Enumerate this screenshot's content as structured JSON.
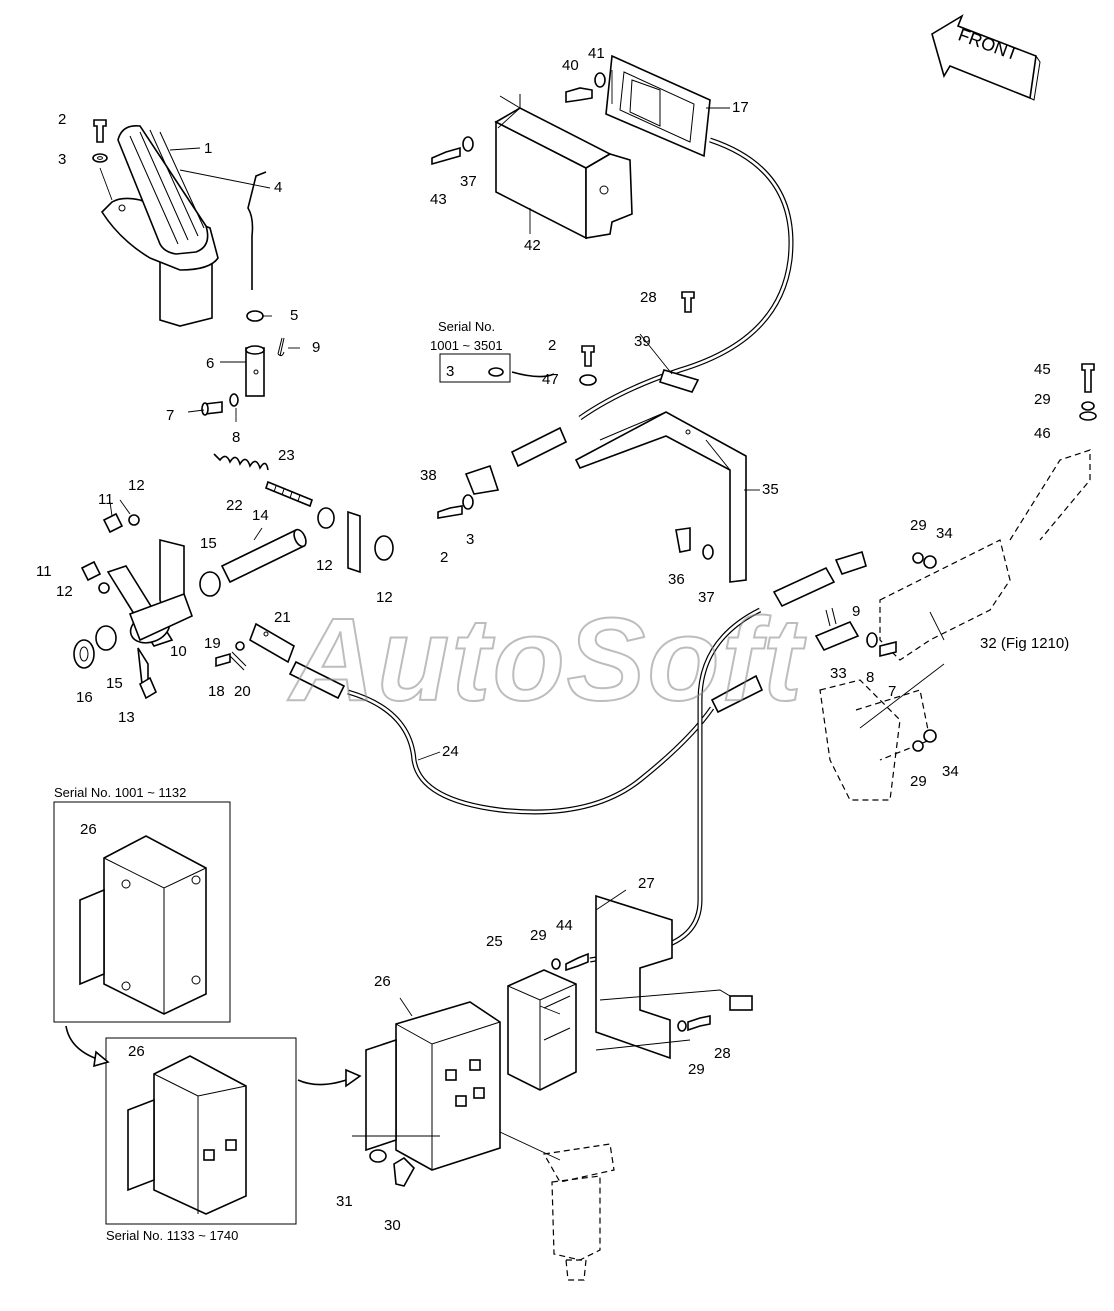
{
  "front_label": "FRONT",
  "watermark": "AutoSoft",
  "serial_boxes": {
    "top_inset": "Serial No.",
    "top_inset_range": "1001 ~ 3501",
    "left_upper": "Serial No. 1001 ~ 1132",
    "left_lower": "Serial No. 1133 ~ 1740"
  },
  "part_labels": {
    "p1": "1",
    "p2a": "2",
    "p3a": "3",
    "p4": "4",
    "p5": "5",
    "p6": "6",
    "p7a": "7",
    "p8a": "8",
    "p9a": "9",
    "p10": "10",
    "p11a": "11",
    "p11b": "11",
    "p12a": "12",
    "p12b": "12",
    "p12c": "12",
    "p12d": "12",
    "p13": "13",
    "p14": "14",
    "p15a": "15",
    "p15b": "15",
    "p16": "16",
    "p17": "17",
    "p18": "18",
    "p19": "19",
    "p20": "20",
    "p21": "21",
    "p22": "22",
    "p23": "23",
    "p24": "24",
    "p25": "25",
    "p26a": "26",
    "p26b": "26",
    "p26c": "26",
    "p27": "27",
    "p28a": "28",
    "p28b": "28",
    "p29a": "29",
    "p29b": "29",
    "p29c": "29",
    "p29d": "29",
    "p29e": "29",
    "p30": "30",
    "p31": "31",
    "p32": "32 (Fig 1210)",
    "p33": "33",
    "p34a": "34",
    "p34b": "34",
    "p35": "35",
    "p36": "36",
    "p37a": "37",
    "p37b": "37",
    "p38": "38",
    "p39": "39",
    "p40": "40",
    "p41": "41",
    "p42": "42",
    "p43": "43",
    "p44": "44",
    "p45": "45",
    "p46": "46",
    "p47": "47",
    "p2b": "2",
    "p2c": "2",
    "p3b": "3",
    "p3c": "3",
    "p7b": "7",
    "p8b": "8",
    "p9b": "9"
  }
}
